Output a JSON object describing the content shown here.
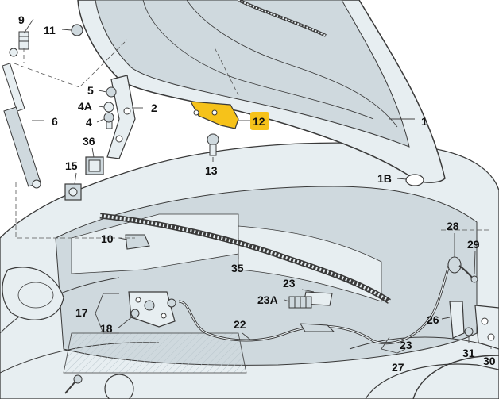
{
  "colors": {
    "part_fill": "#e7eef1",
    "part_fill_dark": "#cfd9de",
    "outline": "#3a3a3a",
    "leader": "#444444",
    "highlight": "#f6c21a"
  },
  "labels": [
    {
      "id": "p9",
      "text": "9"
    },
    {
      "id": "p11",
      "text": "11"
    },
    {
      "id": "p6",
      "text": "6"
    },
    {
      "id": "p5",
      "text": "5"
    },
    {
      "id": "p4a",
      "text": "4A"
    },
    {
      "id": "p4",
      "text": "4"
    },
    {
      "id": "p2",
      "text": "2"
    },
    {
      "id": "p36",
      "text": "36"
    },
    {
      "id": "p15",
      "text": "15"
    },
    {
      "id": "p12",
      "text": "12"
    },
    {
      "id": "p13",
      "text": "13"
    },
    {
      "id": "p1",
      "text": "1"
    },
    {
      "id": "p1b",
      "text": "1B"
    },
    {
      "id": "p10",
      "text": "10"
    },
    {
      "id": "p35",
      "text": "35"
    },
    {
      "id": "p28",
      "text": "28"
    },
    {
      "id": "p29",
      "text": "29"
    },
    {
      "id": "p23top",
      "text": "23"
    },
    {
      "id": "p23a",
      "text": "23A"
    },
    {
      "id": "p17",
      "text": "17"
    },
    {
      "id": "p18",
      "text": "18"
    },
    {
      "id": "p22",
      "text": "22"
    },
    {
      "id": "p26",
      "text": "26"
    },
    {
      "id": "p23bot",
      "text": "23"
    },
    {
      "id": "p27",
      "text": "27"
    },
    {
      "id": "p31",
      "text": "31"
    },
    {
      "id": "p30",
      "text": "30"
    }
  ]
}
